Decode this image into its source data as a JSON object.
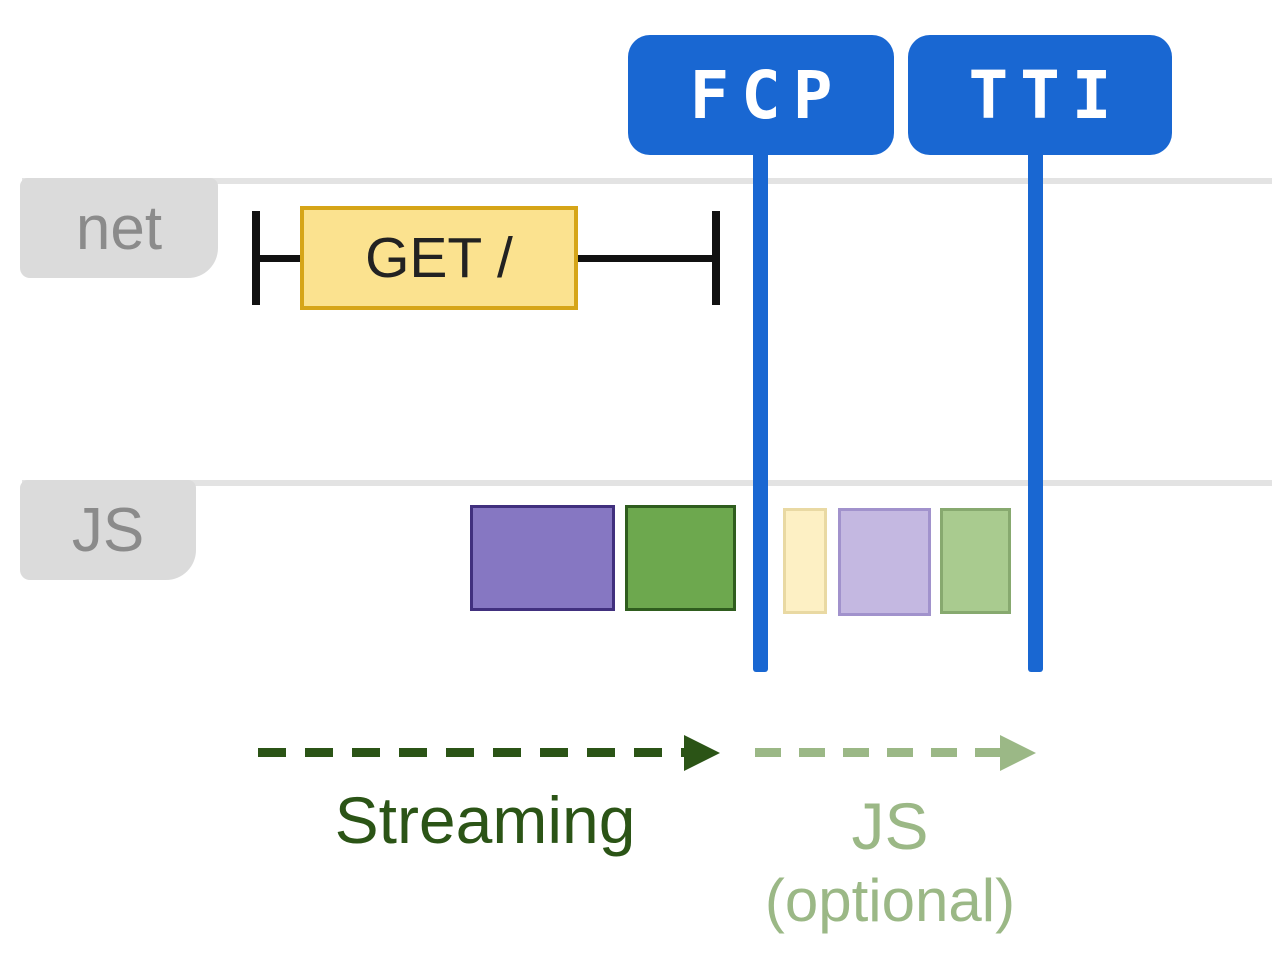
{
  "markers": [
    {
      "label": "FCP"
    },
    {
      "label": "TTI"
    }
  ],
  "lanes": [
    {
      "label": "net"
    },
    {
      "label": "JS"
    }
  ],
  "net": {
    "request_label": "GET /"
  },
  "annotations": {
    "streaming": {
      "label": "Streaming"
    },
    "js_optional": {
      "label": "JS",
      "sublabel": "(optional)"
    }
  },
  "colors": {
    "accent_blue": "#1967d2",
    "request_fill": "#fbe28f",
    "request_border": "#d6a518",
    "task_purple_fill": "#8677c2",
    "task_purple_border": "#41307e",
    "task_green_fill": "#6da84e",
    "task_green_border": "#2f5d1e",
    "task_pale_yellow_fill": "#fdf0c4",
    "task_pale_purple_fill": "#c4b8e1",
    "task_pale_green_fill": "#a9cb8f",
    "lane_chip_bg": "#dbdbdb",
    "lane_chip_text": "#8b8b8b",
    "streaming_text": "#2b5416",
    "optional_text": "#9bb886"
  }
}
